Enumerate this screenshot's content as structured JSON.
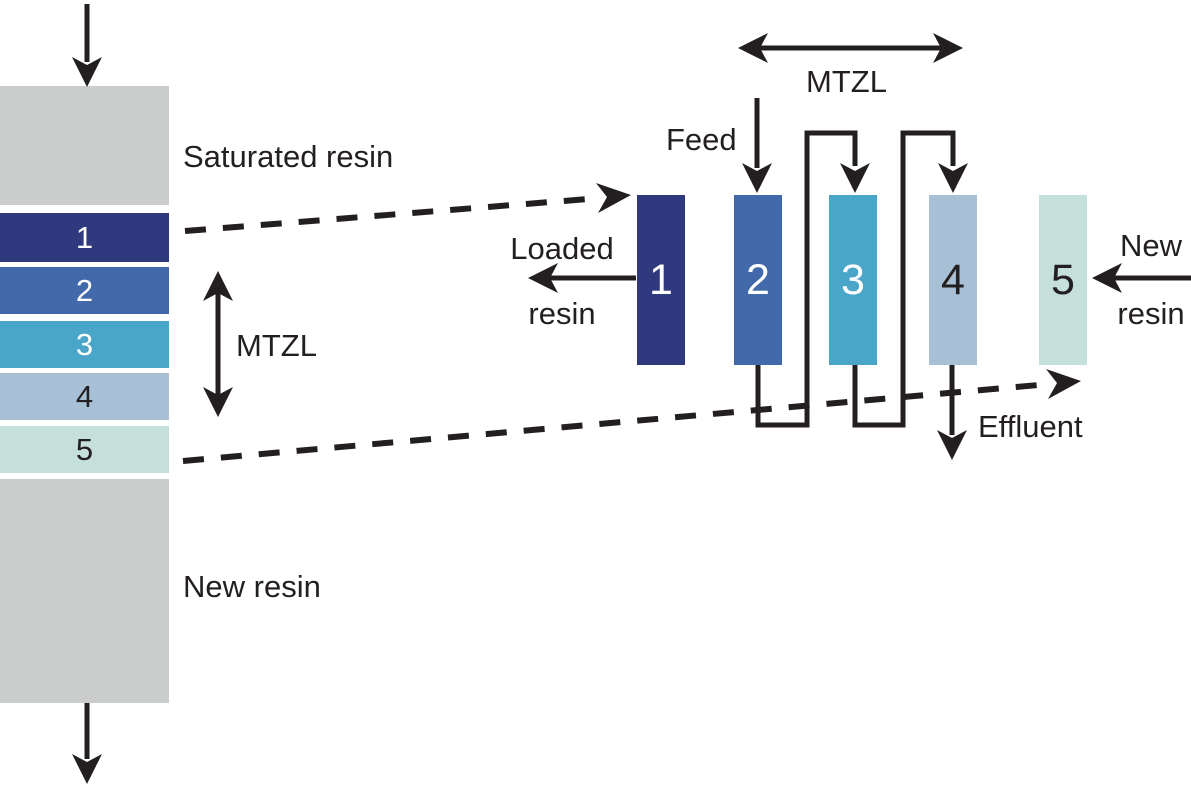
{
  "colors": {
    "background": "#ffffff",
    "line": "#231f20",
    "bulk_resin_gray": "#cbcccc",
    "stage1": "#2e3a7d",
    "stage2": "#4269a9",
    "stage3": "#4aa6c8",
    "stage4": "#a8c0d5",
    "stage5": "#c5dfda"
  },
  "left_column": {
    "top_block_label": "Saturated resin",
    "bottom_block_label": "New resin",
    "mtzl_label": "MTZL",
    "segments": [
      {
        "number": "1",
        "color": "#2e3a7d",
        "number_color": "#ffffff"
      },
      {
        "number": "2",
        "color": "#4269a9",
        "number_color": "#ffffff"
      },
      {
        "number": "3",
        "color": "#4aa6c8",
        "number_color": "#ffffff"
      },
      {
        "number": "4",
        "color": "#a8c0d5",
        "number_color": "#231f20"
      },
      {
        "number": "5",
        "color": "#c5dfda",
        "number_color": "#231f20"
      }
    ]
  },
  "carousel": {
    "mtzl_label": "MTZL",
    "feed_label": "Feed",
    "loaded_resin_label": [
      "Loaded",
      "resin"
    ],
    "new_resin_label": [
      "New",
      "resin"
    ],
    "effluent_label": "Effluent",
    "columns": [
      {
        "number": "1",
        "color": "#2e3a7d",
        "number_color": "#ffffff"
      },
      {
        "number": "2",
        "color": "#4269a9",
        "number_color": "#ffffff"
      },
      {
        "number": "3",
        "color": "#4aa6c8",
        "number_color": "#ffffff"
      },
      {
        "number": "4",
        "color": "#a8c0d5",
        "number_color": "#231f20"
      },
      {
        "number": "5",
        "color": "#c5dfda",
        "number_color": "#231f20"
      }
    ]
  }
}
